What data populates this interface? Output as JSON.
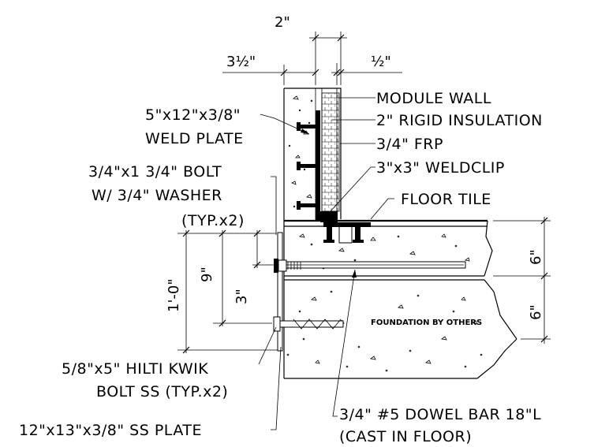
{
  "dimensions": {
    "two_in": "2\"",
    "three_half": "3½\"",
    "half": "½\"",
    "nine": "9\"",
    "three": "3\"",
    "one_foot": "1'-0\"",
    "six_upper": "6\"",
    "six_lower": "6\""
  },
  "labels": {
    "module_wall": "MODULE WALL",
    "rigid_insulation": "2\" RIGID INSULATION",
    "frp": "3/4\" FRP",
    "weldclip": "3\"x3\" WELDCLIP",
    "floor_tile": "FLOOR TILE",
    "weld_plate_1": "5\"x12\"x3/8\"",
    "weld_plate_2": "WELD PLATE",
    "bolt_1": "3/4\"x1 3/4\" BOLT",
    "bolt_2": "W/ 3/4\" WASHER",
    "bolt_3": "(TYP.x2)",
    "hilti_1": "5/8\"x5\" HILTI KWIK",
    "hilti_2": "BOLT SS (TYP.x2)",
    "ss_plate": "12\"x13\"x3/8\" SS PLATE",
    "dowel_1": "3/4\" #5 DOWEL BAR 18\"L",
    "dowel_2": "(CAST IN FLOOR)",
    "foundation": "FOUNDATION BY OTHERS"
  }
}
